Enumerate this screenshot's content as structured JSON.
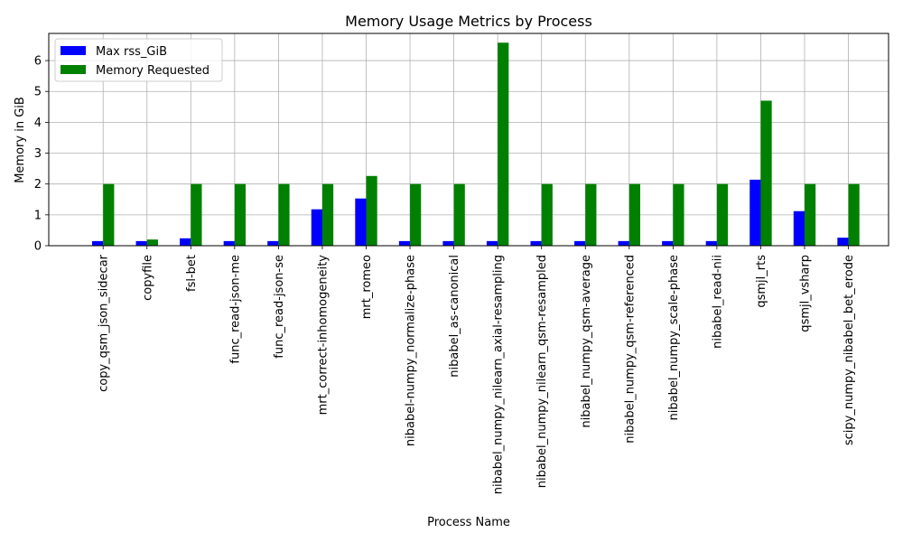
{
  "chart_data": {
    "type": "bar",
    "title": "Memory Usage Metrics by Process",
    "xlabel": "Process Name",
    "ylabel": "Memory in GiB",
    "ylim": [
      0,
      6.88
    ],
    "yticks": [
      "0",
      "1",
      "2",
      "3",
      "4",
      "5",
      "6"
    ],
    "grid": true,
    "legend_position": "top-left",
    "categories": [
      "copy_qsm_json_sidecar",
      "copyfile",
      "fsl-bet",
      "func_read-json-me",
      "func_read-json-se",
      "mrt_correct-inhomogeneity",
      "mrt_romeo",
      "nibabel-numpy_normalize-phase",
      "nibabel_as-canonical",
      "nibabel_numpy_nilearn_axial-resampling",
      "nibabel_numpy_nilearn_qsm-resampled",
      "nibabel_numpy_qsm-average",
      "nibabel_numpy_qsm-referenced",
      "nibabel_numpy_scale-phase",
      "nibabel_read-nii",
      "qsmjl_rts",
      "qsmjl_vsharp",
      "scipy_numpy_nibabel_bet_erode"
    ],
    "series": [
      {
        "name": "Max rss_GiB",
        "color": "#0000ff",
        "values": [
          0.15,
          0.15,
          0.24,
          0.15,
          0.15,
          1.18,
          1.53,
          0.15,
          0.15,
          0.15,
          0.15,
          0.15,
          0.15,
          0.15,
          0.15,
          2.14,
          1.12,
          0.26
        ]
      },
      {
        "name": "Memory Requested",
        "color": "#008000",
        "values": [
          2.0,
          0.2,
          2.0,
          2.0,
          2.0,
          2.0,
          2.26,
          2.0,
          2.0,
          6.58,
          2.0,
          2.0,
          2.0,
          2.0,
          2.0,
          4.7,
          2.0,
          2.0
        ]
      }
    ]
  }
}
